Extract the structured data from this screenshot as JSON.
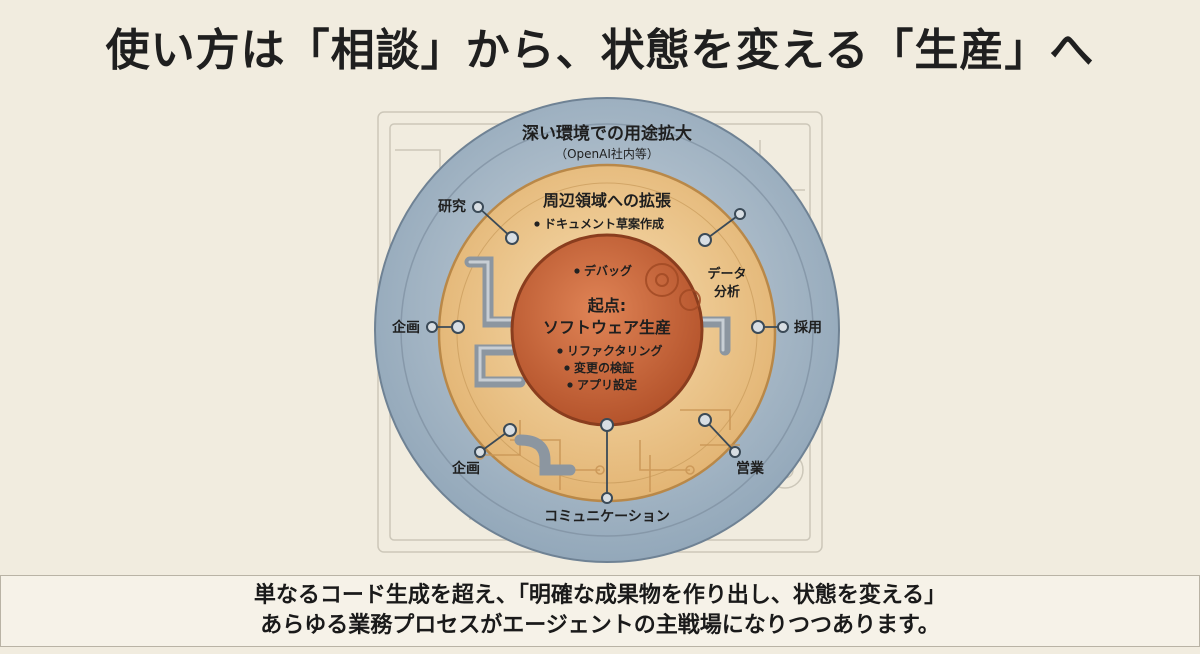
{
  "title": "使い方は「相談」から、状態を変える「生産」へ",
  "diagram": {
    "outer_ring": {
      "title": "深い環境での用途拡大",
      "subtitle": "（OpenAI社内等）",
      "items": {
        "research": "研究",
        "planning_left": "企画",
        "hiring": "採用",
        "planning_bottom_left": "企画",
        "sales": "営業",
        "communication": "コミュニケーション"
      }
    },
    "middle_ring": {
      "title": "周辺領域への拡張",
      "items": {
        "doc_draft": "ドキュメント草案作成",
        "data_analysis_1": "データ",
        "data_analysis_2": "分析"
      }
    },
    "core": {
      "title_1": "起点:",
      "title_2": "ソフトウェア生産",
      "items": {
        "debug": "デバッグ",
        "refactoring": "リファクタリング",
        "verify": "変更の検証",
        "app_config": "アプリ設定"
      }
    },
    "colors": {
      "outer": "#a8b8c6",
      "middle": "#ebc98a",
      "core": "#c8663a",
      "background": "#f1ecdf"
    }
  },
  "footer": {
    "line1": "単なるコード生成を超え、「明確な成果物を作り出し、状態を変える」",
    "line2": "あらゆる業務プロセスがエージェントの主戦場になりつつあります。"
  }
}
